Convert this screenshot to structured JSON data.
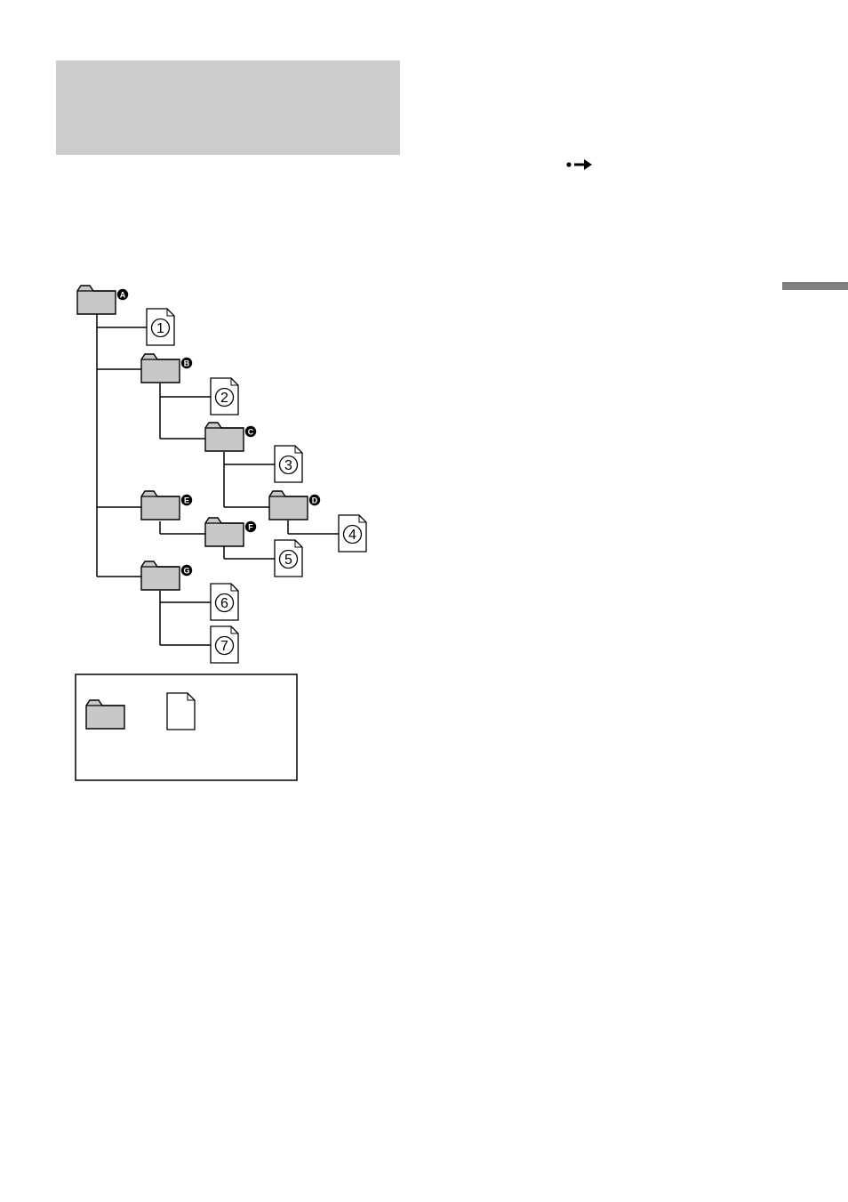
{
  "folders": [
    {
      "id": "A",
      "label": "A"
    },
    {
      "id": "B",
      "label": "B"
    },
    {
      "id": "C",
      "label": "C"
    },
    {
      "id": "D",
      "label": "D"
    },
    {
      "id": "E",
      "label": "E"
    },
    {
      "id": "F",
      "label": "F"
    },
    {
      "id": "G",
      "label": "G"
    }
  ],
  "files": [
    {
      "id": "1",
      "label": "1"
    },
    {
      "id": "2",
      "label": "2"
    },
    {
      "id": "3",
      "label": "3"
    },
    {
      "id": "4",
      "label": "4"
    },
    {
      "id": "5",
      "label": "5"
    },
    {
      "id": "6",
      "label": "6"
    },
    {
      "id": "7",
      "label": "7"
    }
  ],
  "edges": [
    [
      "A",
      "1"
    ],
    [
      "A",
      "B"
    ],
    [
      "A",
      "E"
    ],
    [
      "A",
      "G"
    ],
    [
      "B",
      "2"
    ],
    [
      "B",
      "C"
    ],
    [
      "C",
      "3"
    ],
    [
      "C",
      "D"
    ],
    [
      "D",
      "4"
    ],
    [
      "E",
      "F"
    ],
    [
      "F",
      "5"
    ],
    [
      "G",
      "6"
    ],
    [
      "G",
      "7"
    ]
  ],
  "colors": {
    "folder_fill": "#c8c8c8",
    "header_fill": "#cccccc",
    "side_tab": "#7f7f7f",
    "line": "#000000"
  },
  "icons": {
    "header_box": "section-header-bar",
    "side_tab": "side-tab-marker",
    "dot_arrow": "dot-arrow-icon",
    "legend_folder": "folder-icon",
    "legend_file": "file-icon"
  }
}
